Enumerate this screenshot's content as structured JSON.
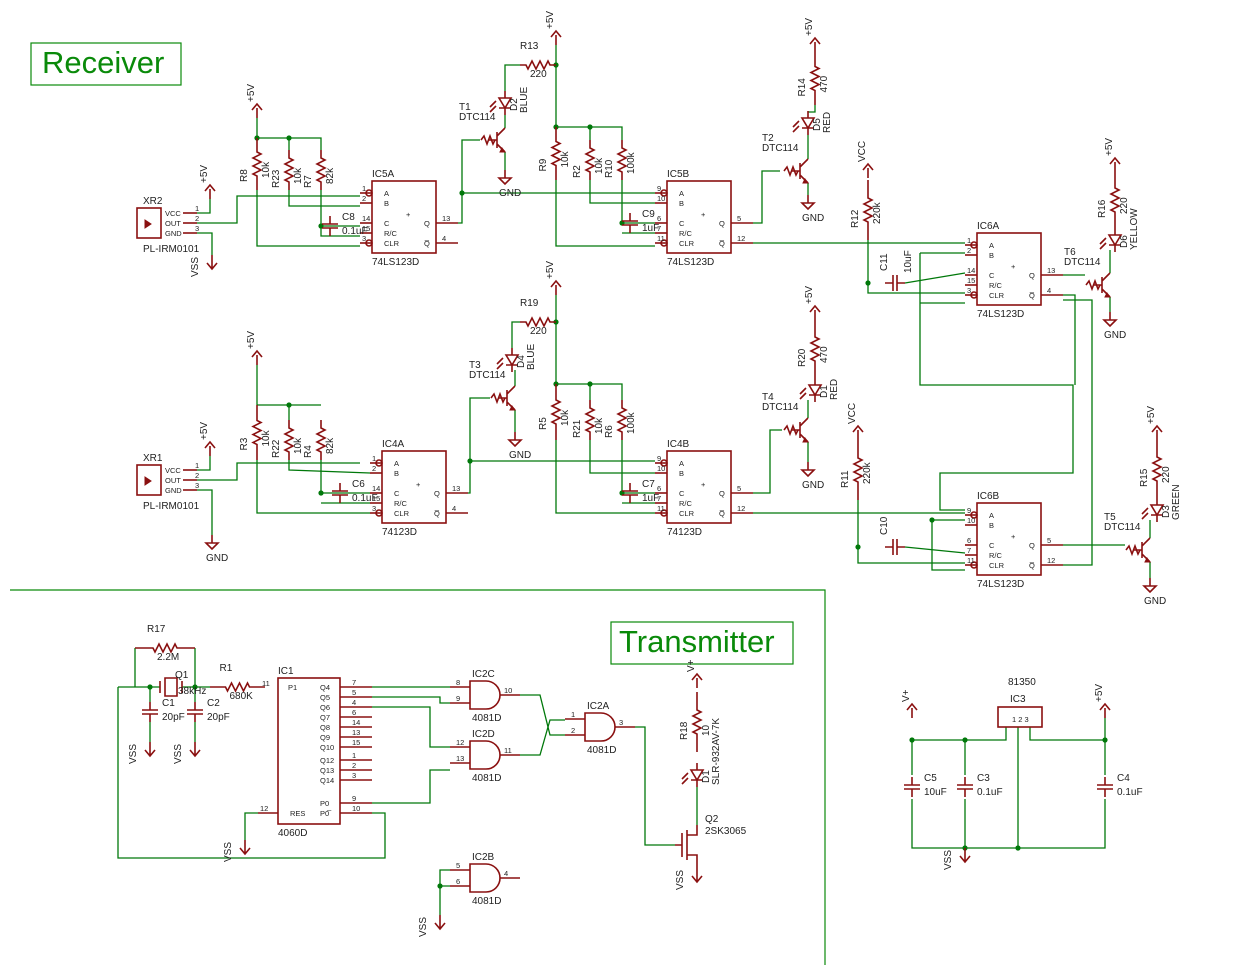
{
  "sections": {
    "receiver": "Receiver",
    "transmitter": "Transmitter"
  },
  "colors": {
    "wire": "#00780a",
    "symbol": "#8a1010",
    "title": "#0a8a0a"
  },
  "chips": {
    "ic5a": {
      "name": "IC5A",
      "part": "74LS123D"
    },
    "ic5b": {
      "name": "IC5B",
      "part": "74LS123D"
    },
    "ic4a": {
      "name": "IC4A",
      "part": "74123D"
    },
    "ic4b": {
      "name": "IC4B",
      "part": "74123D"
    },
    "ic6a": {
      "name": "IC6A",
      "part": "74LS123D"
    },
    "ic6b": {
      "name": "IC6B",
      "part": "74LS123D"
    },
    "ic1": {
      "name": "IC1",
      "part": "4060D"
    },
    "ic2a": {
      "name": "IC2A",
      "part": "4081D"
    },
    "ic2b": {
      "name": "IC2B",
      "part": "4081D"
    },
    "ic2c": {
      "name": "IC2C",
      "part": "4081D"
    },
    "ic2d": {
      "name": "IC2D",
      "part": "4081D"
    },
    "ic3": {
      "name": "IC3",
      "part": "81350"
    }
  },
  "pins74123": [
    "A",
    "B",
    "C",
    "R/C",
    "CLR",
    "Q",
    "Q̅"
  ],
  "pins4060": [
    "P1",
    "Q4",
    "Q5",
    "Q6",
    "Q7",
    "Q8",
    "Q9",
    "Q10",
    "Q12",
    "Q13",
    "Q14",
    "P0",
    "P0̅",
    "RES"
  ],
  "sensors": {
    "xr2": {
      "name": "XR2",
      "part": "PL-IRM0101"
    },
    "xr1": {
      "name": "XR1",
      "part": "PL-IRM0101"
    },
    "pins": [
      "VCC",
      "OUT",
      "GND"
    ]
  },
  "transistors": {
    "t1": {
      "name": "T1",
      "part": "DTC114"
    },
    "t2": {
      "name": "T2",
      "part": "DTC114"
    },
    "t3": {
      "name": "T3",
      "part": "DTC114"
    },
    "t4": {
      "name": "T4",
      "part": "DTC114"
    },
    "t5": {
      "name": "T5",
      "part": "DTC114"
    },
    "t6": {
      "name": "T6",
      "part": "DTC114"
    },
    "q2": {
      "name": "Q2",
      "part": "2SK3065"
    }
  },
  "leds": {
    "d2": {
      "name": "D2",
      "color": "BLUE"
    },
    "d4": {
      "name": "D4",
      "color": "BLUE"
    },
    "d5": {
      "name": "D5",
      "color": "RED"
    },
    "d1r": {
      "name": "D1",
      "color": "RED"
    },
    "d6": {
      "name": "D6",
      "color": "YELLOW"
    },
    "d3": {
      "name": "D3",
      "color": "GREEN"
    },
    "d1": {
      "name": "D1",
      "part": "SLR-932AV-7K"
    }
  },
  "resistors": {
    "r13": {
      "name": "R13",
      "value": "220"
    },
    "r19": {
      "name": "R19",
      "value": "220"
    },
    "r14": {
      "name": "R14",
      "value": "470"
    },
    "r20": {
      "name": "R20",
      "value": "470"
    },
    "r16": {
      "name": "R16",
      "value": "220"
    },
    "r15": {
      "name": "R15",
      "value": "220"
    },
    "r8": {
      "name": "R8",
      "value": "10k"
    },
    "r23": {
      "name": "R23",
      "value": "10k"
    },
    "r7": {
      "name": "R7",
      "value": "82k"
    },
    "r9": {
      "name": "R9",
      "value": "10k"
    },
    "r2": {
      "name": "R2",
      "value": "10k"
    },
    "r10": {
      "name": "R10",
      "value": "100k"
    },
    "r3": {
      "name": "R3",
      "value": "10k"
    },
    "r22": {
      "name": "R22",
      "value": "10k"
    },
    "r4": {
      "name": "R4",
      "value": "82k"
    },
    "r5": {
      "name": "R5",
      "value": "10k"
    },
    "r21": {
      "name": "R21",
      "value": "10k"
    },
    "r6": {
      "name": "R6",
      "value": "100k"
    },
    "r12": {
      "name": "R12",
      "value": "220k"
    },
    "r11": {
      "name": "R11",
      "value": "220k"
    },
    "r17": {
      "name": "R17",
      "value": "2.2M"
    },
    "r1": {
      "name": "R1",
      "value": "680K"
    },
    "r18": {
      "name": "R18",
      "value": "10"
    }
  },
  "caps": {
    "c8": {
      "name": "C8",
      "value": "0.1uF"
    },
    "c9": {
      "name": "C9",
      "value": "1uF"
    },
    "c6": {
      "name": "C6",
      "value": "0.1uF"
    },
    "c7": {
      "name": "C7",
      "value": "1uF"
    },
    "c11": {
      "name": "C11",
      "value": "10uF"
    },
    "c10": {
      "name": "C10",
      "value": ""
    },
    "c1": {
      "name": "C1",
      "value": "20pF"
    },
    "c2": {
      "name": "C2",
      "value": "20pF"
    },
    "c5": {
      "name": "C5",
      "value": "10uF"
    },
    "c3": {
      "name": "C3",
      "value": "0.1uF"
    },
    "c4": {
      "name": "C4",
      "value": "0.1uF"
    }
  },
  "crystal": {
    "name": "Q1",
    "value": "38kHz"
  },
  "nets": {
    "p5v": "+5V",
    "vcc": "VCC",
    "gnd": "GND",
    "vss": "VSS",
    "vplus": "V+"
  }
}
